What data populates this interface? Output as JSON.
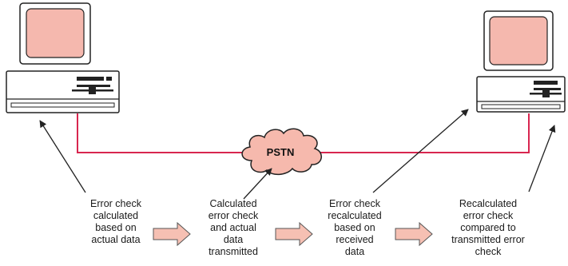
{
  "network": {
    "label": "PSTN"
  },
  "steps": [
    {
      "text": "Error check\ncalculated\nbased on\nactual data"
    },
    {
      "text": "Calculated\nerror check\nand actual\ndata\ntransmitted"
    },
    {
      "text": "Error check\nrecalculated\nbased on\nreceived\ndata"
    },
    {
      "text": "Recalculated\nerror check\ncompared to\ntransmitted error\ncheck"
    }
  ],
  "colors": {
    "screen": "#f5b8ae",
    "line": "#d8264f",
    "cloud": "#f6b9ad",
    "flow_arrow": "#f6c0b3",
    "outline": "#222222"
  }
}
